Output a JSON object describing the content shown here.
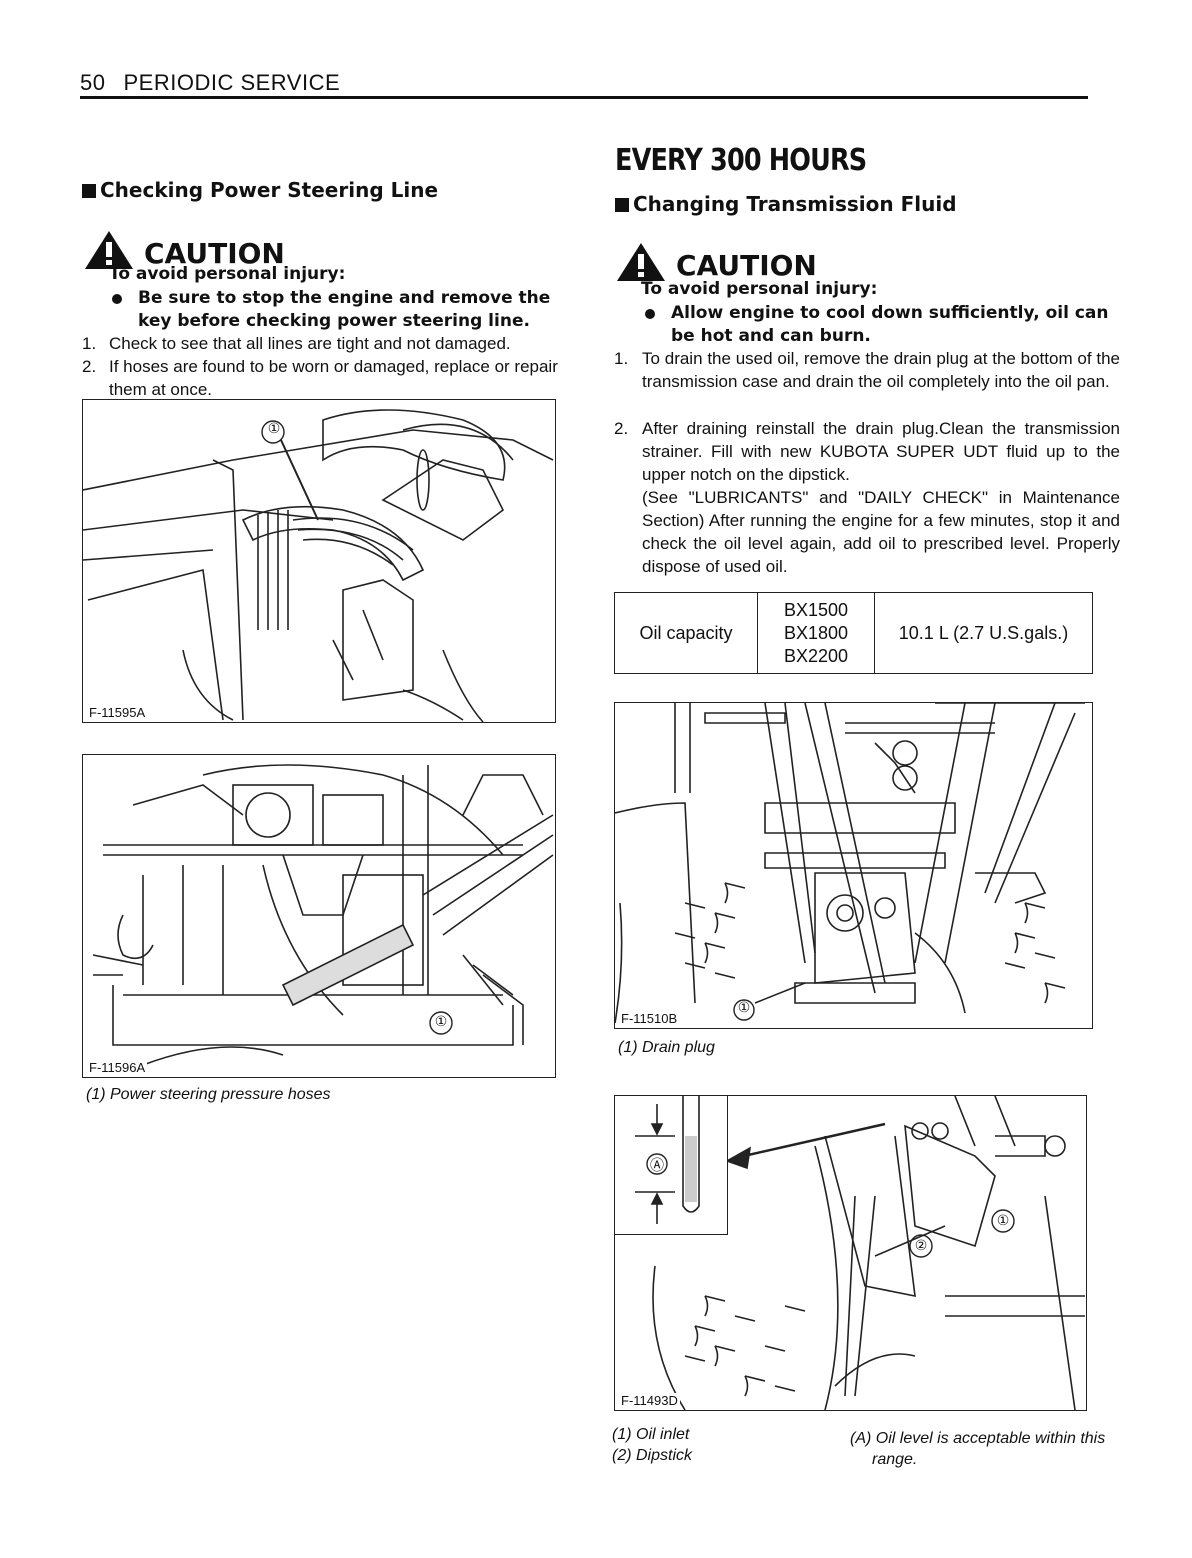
{
  "header": {
    "page_number": "50",
    "section": "PERIODIC SERVICE"
  },
  "left": {
    "title": "Checking Power Steering Line",
    "caution_label": "CAUTION",
    "caution_sub": "To avoid personal injury:",
    "bullets": [
      "Be sure to stop the engine and remove the key before checking power steering line."
    ],
    "steps": [
      {
        "n": "1.",
        "text": "Check to see that all lines are tight and not damaged."
      },
      {
        "n": "2.",
        "text": "If hoses are found to be worn or damaged, replace or repair them at once."
      }
    ],
    "fig1_code": "F-11595A",
    "fig1_callout": "①",
    "fig2_code": "F-11596A",
    "fig2_callout": "①",
    "caption": "(1) Power steering pressure hoses"
  },
  "right": {
    "heading": "EVERY 300 HOURS",
    "title": "Changing Transmission Fluid",
    "caution_label": "CAUTION",
    "caution_sub": "To avoid personal injury:",
    "bullets": [
      "Allow engine to cool down sufficiently, oil can be hot and can burn."
    ],
    "steps": [
      {
        "n": "1.",
        "text": "To drain the used oil, remove the drain plug at the bottom of the transmission case and drain the oil completely into the oil pan."
      },
      {
        "n": "2.",
        "text": "After draining reinstall the drain plug.Clean the transmission strainer. Fill with new KUBOTA SUPER UDT fluid up to the upper notch on the dipstick."
      }
    ],
    "step2_extra": "(See \"LUBRICANTS\" and \"DAILY CHECK\" in Maintenance Section) After running the engine for a few minutes, stop it and check the oil level again, add oil to prescribed level. Properly dispose of used oil.",
    "table": {
      "label": "Oil capacity",
      "models": [
        "BX1500",
        "BX1800",
        "BX2200"
      ],
      "value": "10.1 L (2.7 U.S.gals.)"
    },
    "fig3_code": "F-11510B",
    "fig3_callout": "①",
    "fig3_caption": "(1) Drain plug",
    "fig4_code": "F-11493D",
    "fig4_callout_a": "Ⓐ",
    "fig4_callout_1": "①",
    "fig4_callout_2": "②",
    "fig4_captions": [
      "(1) Oil inlet",
      "(2) Dipstick"
    ],
    "fig4_caption_a": "(A) Oil level is acceptable within this range."
  }
}
